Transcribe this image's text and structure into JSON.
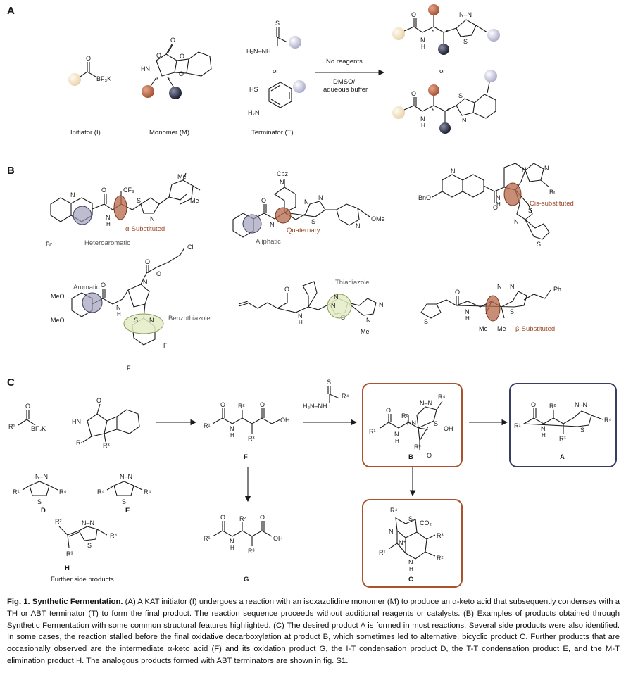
{
  "panels": {
    "A": {
      "letter": "A",
      "labels": {
        "initiator": "Initiator (I)",
        "monomer": "Monomer (M)",
        "terminator": "Terminator (T)",
        "or1": "or",
        "or2": "or"
      },
      "arrow_top": "No reagents",
      "arrow_bottom_1": "DMSO/",
      "arrow_bottom_2": "aqueous buffer",
      "atoms": {
        "bf3k": "BF₃K",
        "hn": "HN",
        "o": "O",
        "h2n_nh": "H₂N–NH",
        "s": "S",
        "hs": "HS",
        "h2n": "H₂N",
        "nn": "N–N",
        "n": "N",
        "h": "H",
        "star": "*"
      }
    },
    "B": {
      "letter": "B",
      "highlights": {
        "heteroaromatic": "Heteroaromatic",
        "alpha": "α-Substituted",
        "aliphatic": "Aliphatic",
        "quaternary": "Quaternary",
        "cis": "Cis-substituted",
        "aromatic": "Aromatic",
        "benzothiazole": "Benzothiazole",
        "thiadiazole": "Thiadiazole",
        "beta": "β-Substituted"
      },
      "atoms": {
        "me": "Me",
        "cf3": "CF₃",
        "br": "Br",
        "cbz": "Cbz",
        "ome": "OMe",
        "bno": "BnO",
        "meo": "MeO",
        "cl": "Cl",
        "f": "F",
        "ph": "Ph",
        "n": "N",
        "s": "S",
        "o": "O",
        "h": "H"
      }
    },
    "C": {
      "letter": "C",
      "compounds": {
        "F": "F",
        "G": "G",
        "B": "B",
        "A": "A",
        "C": "C",
        "D": "D",
        "E": "E",
        "H": "H"
      },
      "side_note": "Further side products",
      "atoms": {
        "r1": "R¹",
        "r2": "R²",
        "r3": "R³",
        "r4": "R⁴",
        "bf3k": "BF₃K",
        "hn": "HN",
        "oh": "OH",
        "co2": "CO₂⁻",
        "nplus": "N⁺",
        "h2n_nh": "H₂N–NH"
      }
    }
  },
  "colors": {
    "brown": "#b5674a",
    "brown_box": "#a8532e",
    "navy": "#3a3d63",
    "navy_fill": "#9a9ab5",
    "gray_ball": "#c7c7dc",
    "cream": "#f0e2c4",
    "green_fill": "#e4ecc5",
    "black_ball": "#2a2d40"
  },
  "caption": {
    "title": "Fig. 1. Synthetic Fermentation.",
    "body": " (A) A KAT initiator (I) undergoes a reaction with an isoxazolidine monomer (M) to produce an α-keto acid that subsequently condenses with a TH or ABT terminator (T) to form the final product. The reaction sequence proceeds without additional reagents or catalysts. (B) Examples of products obtained through Synthetic Fermentation with some common structural features highlighted. (C) The desired product A is formed in most reactions. Several side products were also identified. In some cases, the reaction stalled before the final oxidative decarboxylation at product B, which sometimes led to alternative, bicyclic product C. Further products that are occasionally observed are the intermediate α-keto acid (F) and its oxidation product G, the I-T condensation product D, the T-T condensation product E, and the M-T elimination product H. The analogous products formed with ABT terminators are shown in fig. S1."
  }
}
